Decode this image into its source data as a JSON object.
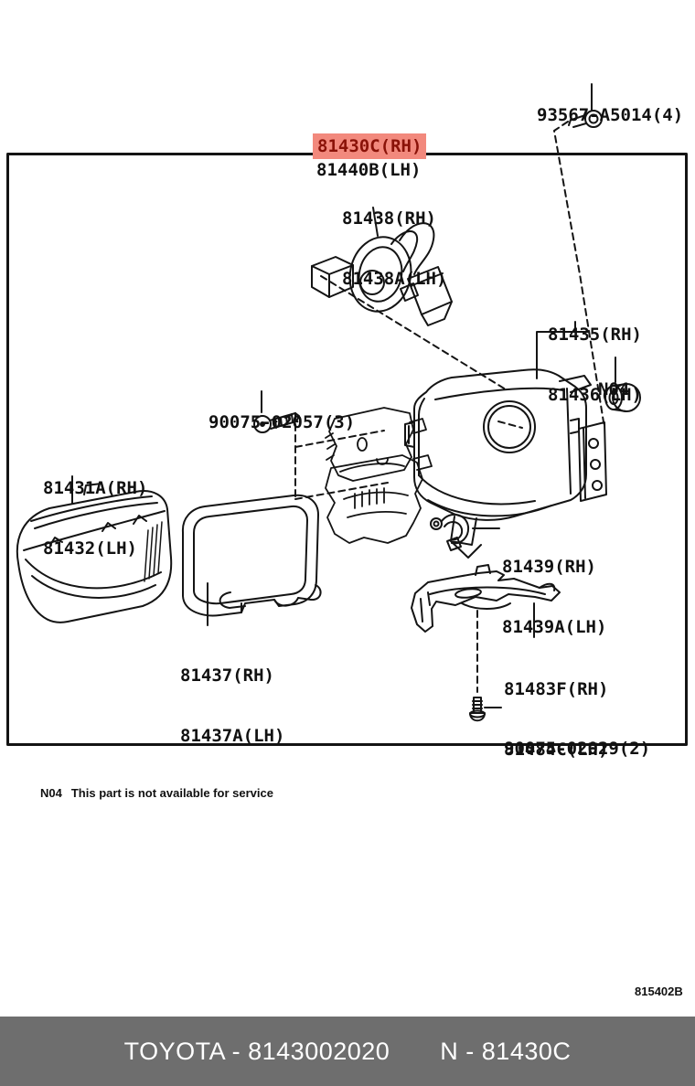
{
  "colors": {
    "highlight_bg": "#f2897d",
    "highlight_text": "#8a1208",
    "line": "#141414",
    "footer_bg": "#6e6e6e",
    "footer_text": "#ffffff"
  },
  "parts": {
    "fastener_top": {
      "number": "93567-A5014(4)"
    },
    "assembly": {
      "rh": "81430C(RH)",
      "lh": "81440B(LH)",
      "highlighted": "rh"
    },
    "bulb_socket": {
      "rh": "81438(RH)",
      "lh": "81438A(LH)"
    },
    "housing": {
      "rh": "81435(RH)",
      "lh": "81436(LH)"
    },
    "grommet_flag": {
      "code": "N04"
    },
    "screw_housing": {
      "number": "90075-02057(3)"
    },
    "lens": {
      "rh": "81431A(RH)",
      "lh": "81432(LH)"
    },
    "clip": {
      "rh": "81439(RH)",
      "lh": "81439A(LH)"
    },
    "gasket": {
      "rh": "81437(RH)",
      "lh": "81437A(LH)"
    },
    "bracket": {
      "rh": "81483F(RH)",
      "lh": "81484C(LH)"
    },
    "screw_bracket": {
      "number": "90075-02029(2)"
    }
  },
  "note": {
    "code": "N04",
    "text": "This part is not available for service"
  },
  "diagram_ref": "815402B",
  "footer": {
    "left": "TOYOTA - 8143002020",
    "right": "N - 81430C"
  }
}
